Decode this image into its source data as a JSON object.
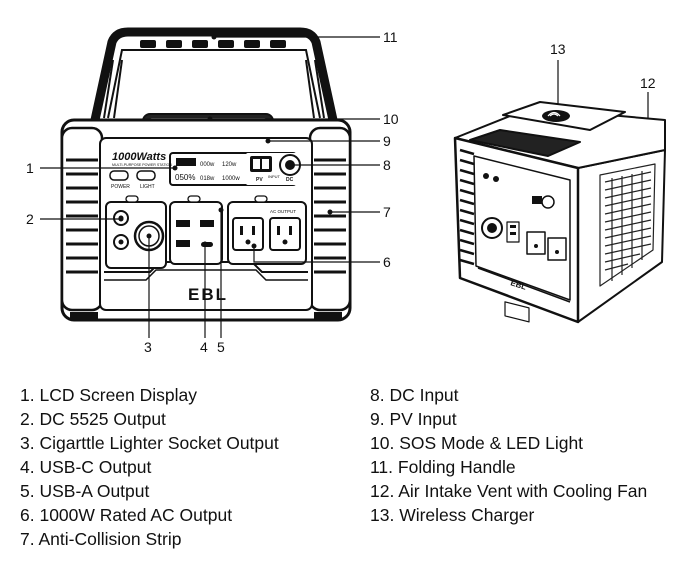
{
  "front_view": {
    "brand_logo": "EBL",
    "model_text": "1000Watts",
    "model_subtext": "MULTI-PURPOSE POWER STATION",
    "power_label": "POWER",
    "light_label": "LIGHT",
    "lcd": {
      "battery_percent": "050%",
      "input_value": "000w",
      "ac_value": "120w",
      "usb_value": "018w",
      "dc_value": "1000w"
    },
    "pv_label": "PV",
    "dc_label": "DC",
    "input_label": "INPUT",
    "ac_output_label": "AC OUTPUT"
  },
  "callouts": {
    "c1": "1",
    "c2": "2",
    "c3": "3",
    "c4": "4",
    "c5": "5",
    "c6": "6",
    "c7": "7",
    "c8": "8",
    "c9": "9",
    "c10": "10",
    "c11": "11",
    "c12": "12",
    "c13": "13"
  },
  "side_view": {
    "brand_logo": "EBL"
  },
  "legend": {
    "left": [
      "1. LCD Screen Display",
      "2. DC 5525 Output",
      "3. Cigarttle Lighter Socket Output",
      "4. USB-C Output",
      "5. USB-A Output",
      "6. 1000W Rated AC Output",
      "7. Anti-Collision Strip"
    ],
    "right": [
      "8.  DC Input",
      "9.  PV Input",
      "10. SOS Mode & LED Light",
      "11. Folding Handle",
      "12. Air Intake Vent with Cooling Fan",
      "13. Wireless Charger"
    ]
  }
}
